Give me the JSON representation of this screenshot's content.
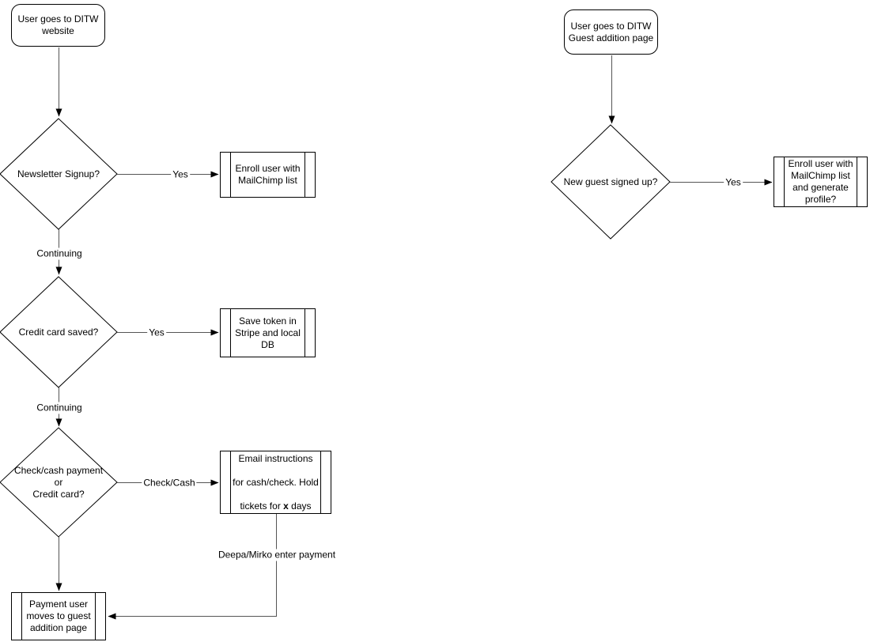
{
  "canvas": {
    "background": "#ffffff",
    "shape_stroke": "#000000",
    "connector_stroke": "#555555",
    "arrowhead_fill": "#000000",
    "text_color": "#000000"
  },
  "left_flow": {
    "start": {
      "lines": [
        "User goes to DITW",
        "website"
      ]
    },
    "decision_newsletter": {
      "lines": [
        "Newsletter Signup?"
      ]
    },
    "label_yes_1": "Yes",
    "process_enroll": {
      "lines": [
        "Enroll user with",
        "MailChimp list"
      ]
    },
    "label_continuing_1": "Continuing",
    "decision_credit_saved": {
      "lines": [
        "Credit card saved?"
      ]
    },
    "label_yes_2": "Yes",
    "process_save_token": {
      "lines": [
        "Save token in",
        "Stripe and local",
        "DB"
      ]
    },
    "label_continuing_2": "Continuing",
    "decision_payment_type": {
      "lines": [
        "Check/cash payment",
        "or",
        "Credit card?"
      ]
    },
    "label_check_cash": "Check/Cash",
    "process_email": {
      "line1": "Email instructions",
      "line2": "for cash/check. Hold",
      "line3_pre": "tickets for ",
      "line3_bold": "x",
      "line3_post": " days"
    },
    "label_deepa": "Deepa/Mirko enter payment",
    "process_payment_moves": {
      "lines": [
        "Payment user",
        "moves to guest",
        "addition page"
      ]
    }
  },
  "right_flow": {
    "start": {
      "lines": [
        "User goes to DITW",
        "Guest addition page"
      ]
    },
    "decision_new_guest": {
      "lines": [
        "New guest signed up?"
      ]
    },
    "label_yes": "Yes",
    "process_enroll_generate": {
      "lines": [
        "Enroll user with",
        "MailChimp list",
        "and generate",
        "profile?"
      ]
    }
  }
}
